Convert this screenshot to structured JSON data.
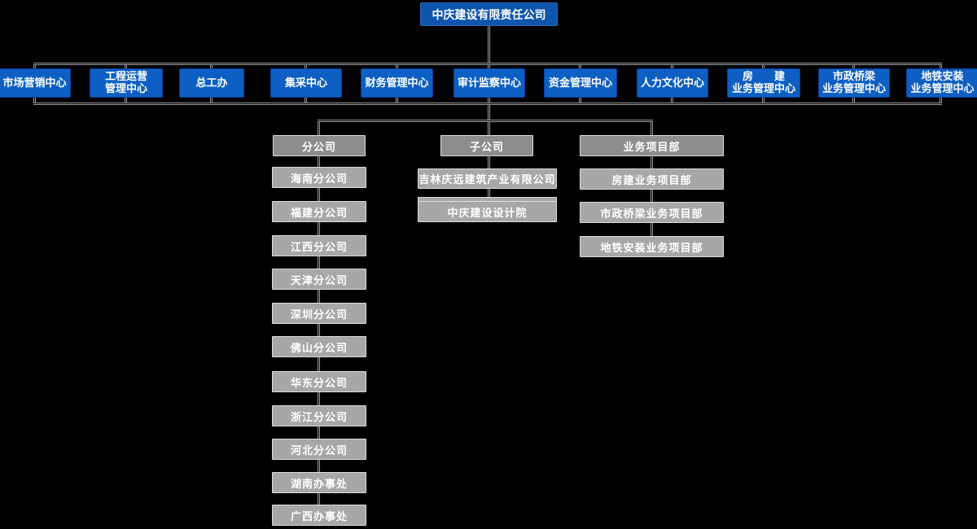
{
  "root": {
    "label": "中庆建设有限责任公司"
  },
  "departments": [
    {
      "line1": "市场营销中心",
      "line2": ""
    },
    {
      "line1": "工程运营",
      "line2": "管理中心"
    },
    {
      "line1": "总工办",
      "line2": ""
    },
    {
      "line1": "集采中心",
      "line2": ""
    },
    {
      "line1": "财务管理中心",
      "line2": ""
    },
    {
      "line1": "审计监察中心",
      "line2": ""
    },
    {
      "line1": "资金管理中心",
      "line2": ""
    },
    {
      "line1": "人力文化中心",
      "line2": ""
    },
    {
      "line1": "房　　建",
      "line2": "业务管理中心"
    },
    {
      "line1": "市政桥梁",
      "line2": "业务管理中心"
    },
    {
      "line1": "地铁安装",
      "line2": "业务管理中心"
    }
  ],
  "groups": {
    "branches": {
      "header": "分公司",
      "children": [
        "海南分公司",
        "福建分公司",
        "江西分公司",
        "天津分公司",
        "深圳分公司",
        "佛山分公司",
        "华东分公司",
        "浙江分公司",
        "河北分公司",
        "湖南办事处",
        "广西办事处"
      ]
    },
    "subsidiaries": {
      "header": "子公司",
      "children": [
        "吉林庆远建筑产业有限公司",
        "中庆建设设计院"
      ],
      "partially_hidden_box": true
    },
    "projects": {
      "header": "业务项目部",
      "children": [
        "房建业务项目部",
        "市政桥梁业务项目部",
        "地铁安装业务项目部"
      ]
    }
  },
  "colors": {
    "background": "#000000",
    "blue-fill": "#0d5fc3",
    "blue-border": "#0a3e97",
    "root-fill": "#0f55ad",
    "root-border": "#2f66b5",
    "gray-header-fill": "#8d8d8d",
    "gray-child-fill": "#a7a7a7",
    "gray-border": "#dcdcdc",
    "line-color": "#9a9a9a",
    "text-color": "#ffffff"
  }
}
